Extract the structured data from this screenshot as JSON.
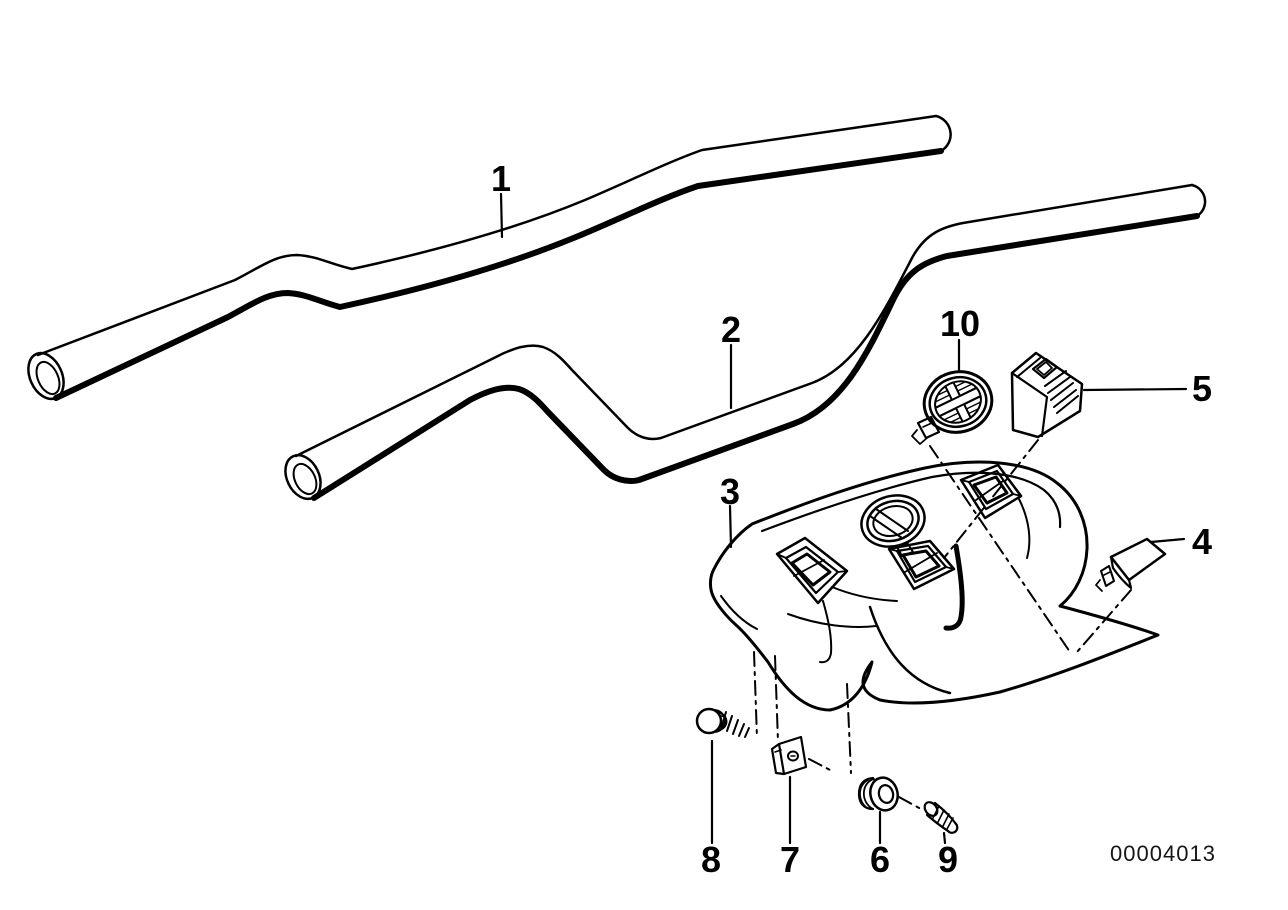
{
  "diagram": {
    "type": "exploded-parts-diagram",
    "background": "#ffffff",
    "line_color": "#000000",
    "drawing_number": "00004013",
    "callouts": [
      {
        "label": "1"
      },
      {
        "label": "2"
      },
      {
        "label": "3"
      },
      {
        "label": "4"
      },
      {
        "label": "5"
      },
      {
        "label": "6"
      },
      {
        "label": "7"
      },
      {
        "label": "8"
      },
      {
        "label": "9"
      },
      {
        "label": "10"
      }
    ]
  }
}
